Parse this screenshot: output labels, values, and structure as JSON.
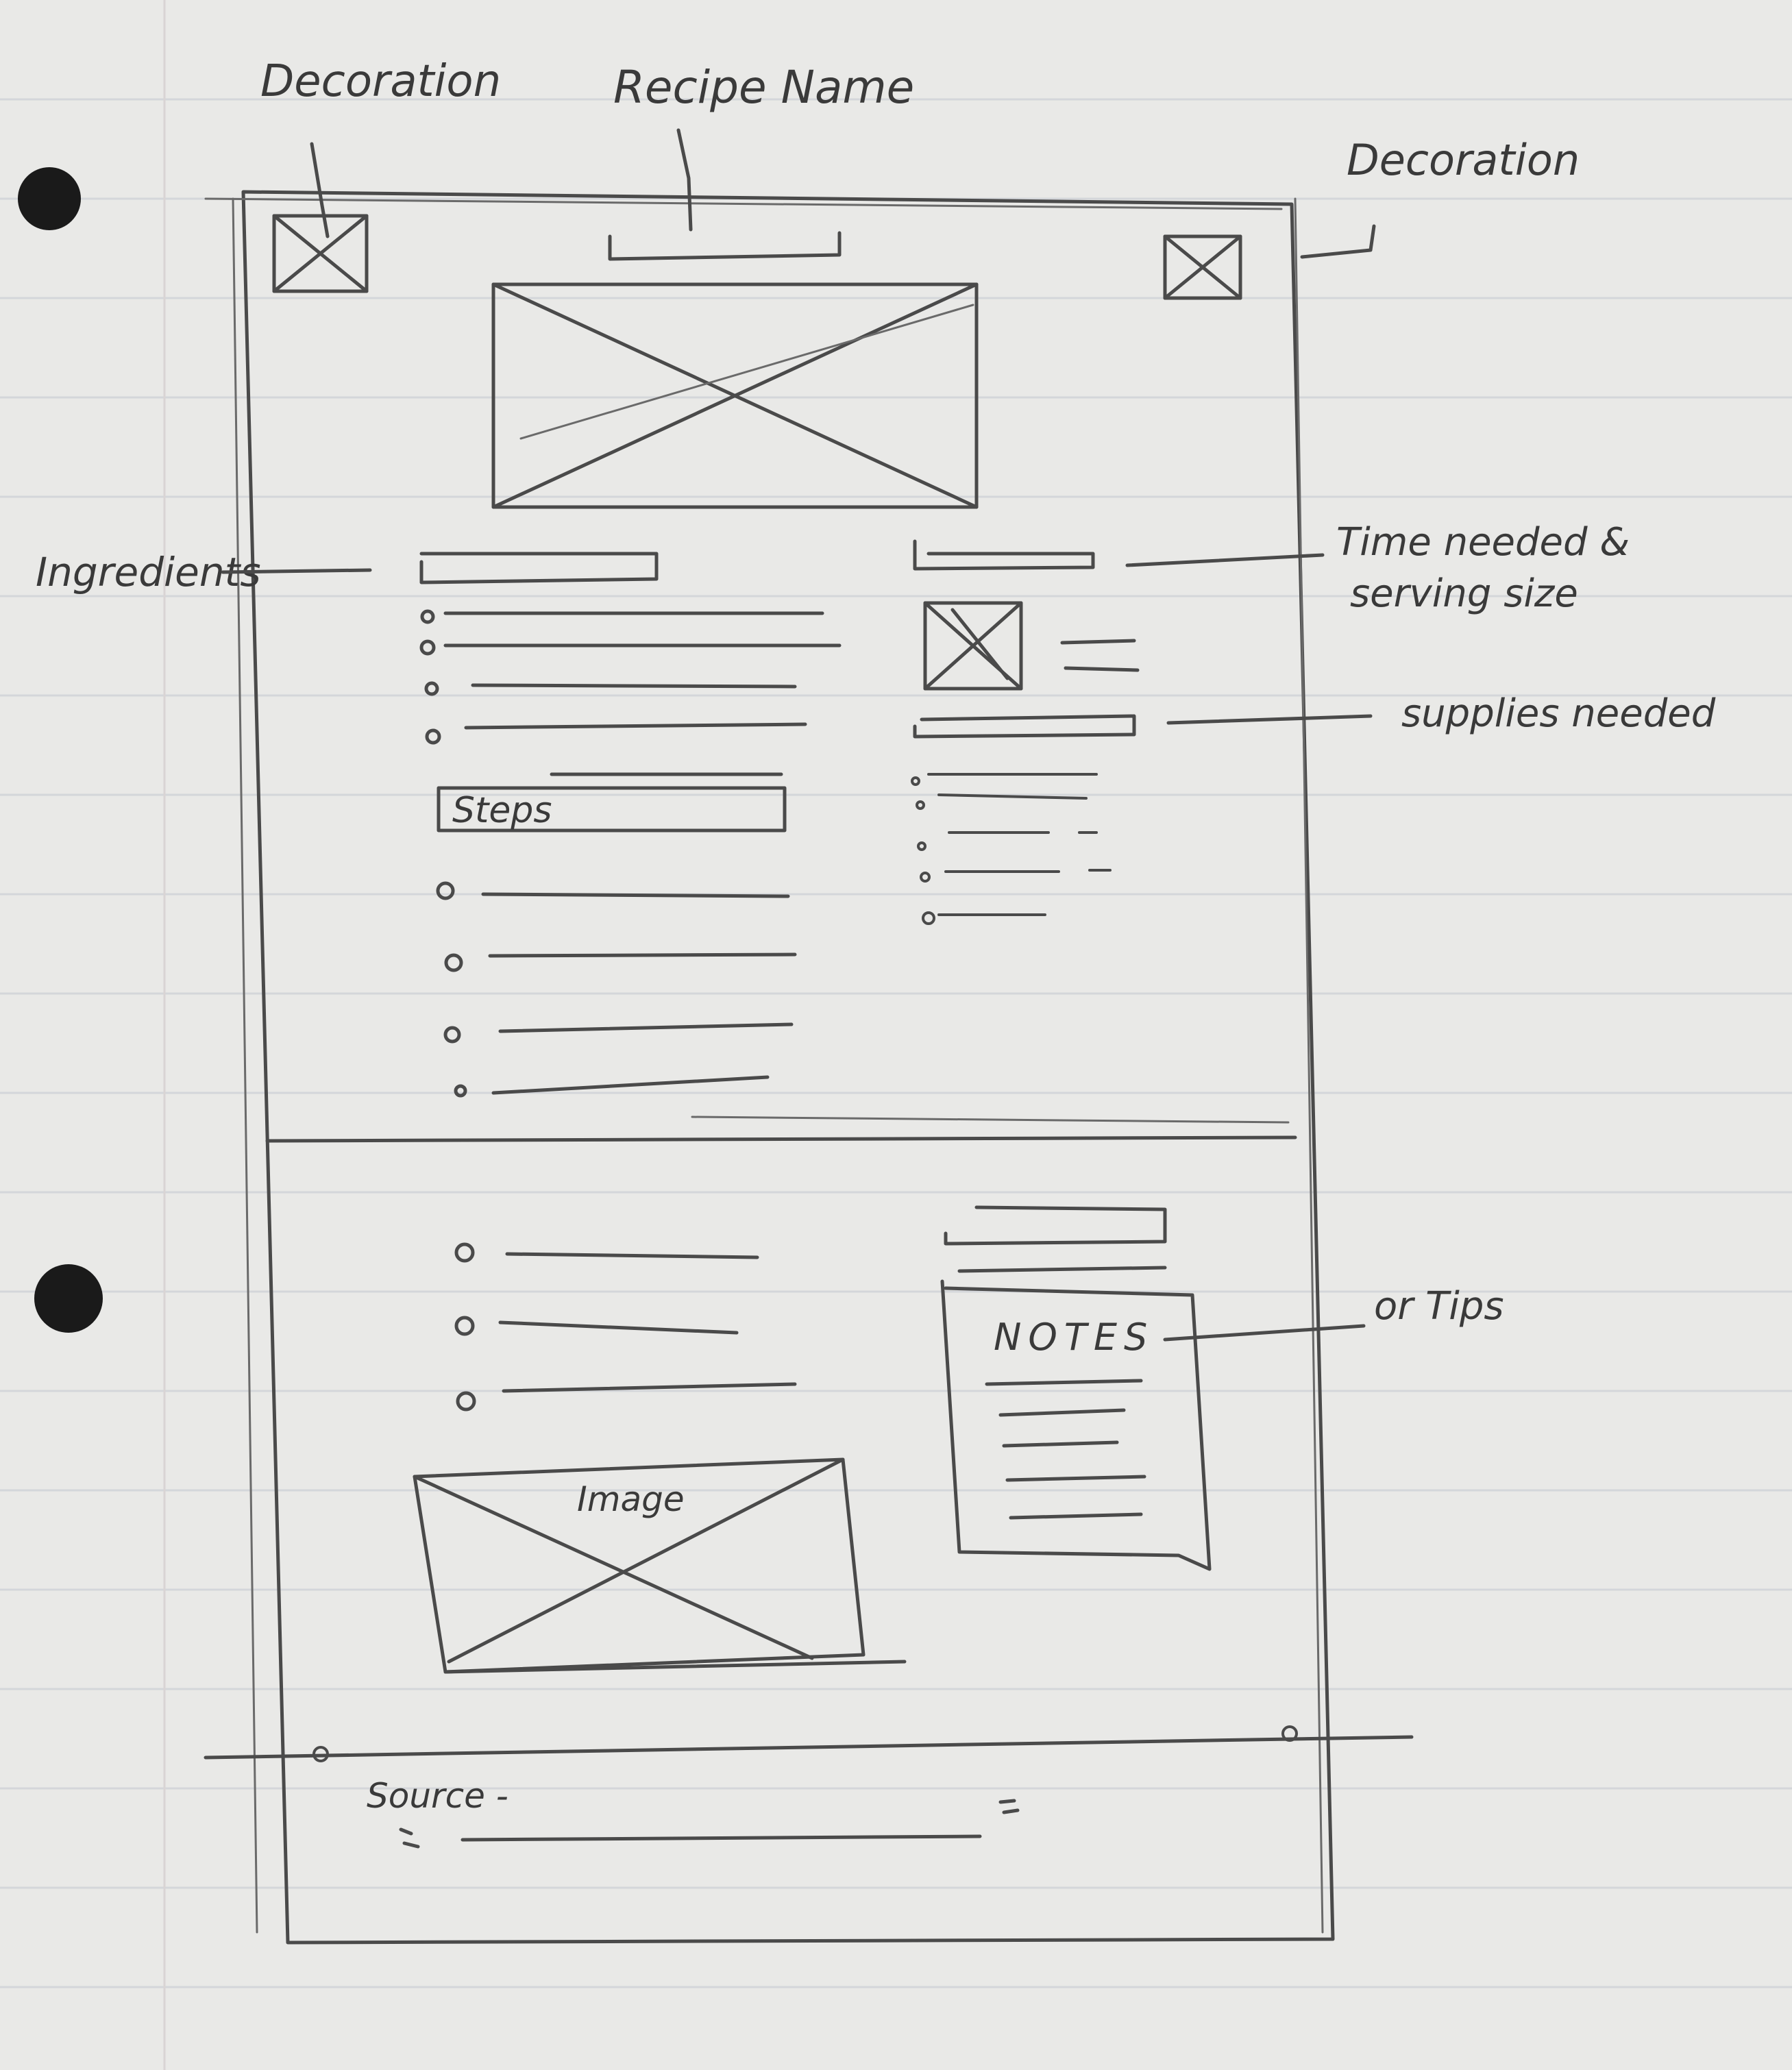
{
  "annotations": {
    "decoration_left": "Decoration",
    "recipe_name": "Recipe Name",
    "decoration_right": "Decoration",
    "ingredients": "Ingredients",
    "time_needed_line1": "Time needed &",
    "time_needed_line2": "serving size",
    "supplies_needed": "supplies needed",
    "or_tips": "or Tips"
  },
  "wireframe": {
    "steps_label": "Steps",
    "notes_label": "NOTES",
    "image_label": "Image",
    "source_label": "Source -"
  },
  "colors": {
    "paper": "#e9e9e7",
    "pencil": "#4a4a4a"
  }
}
